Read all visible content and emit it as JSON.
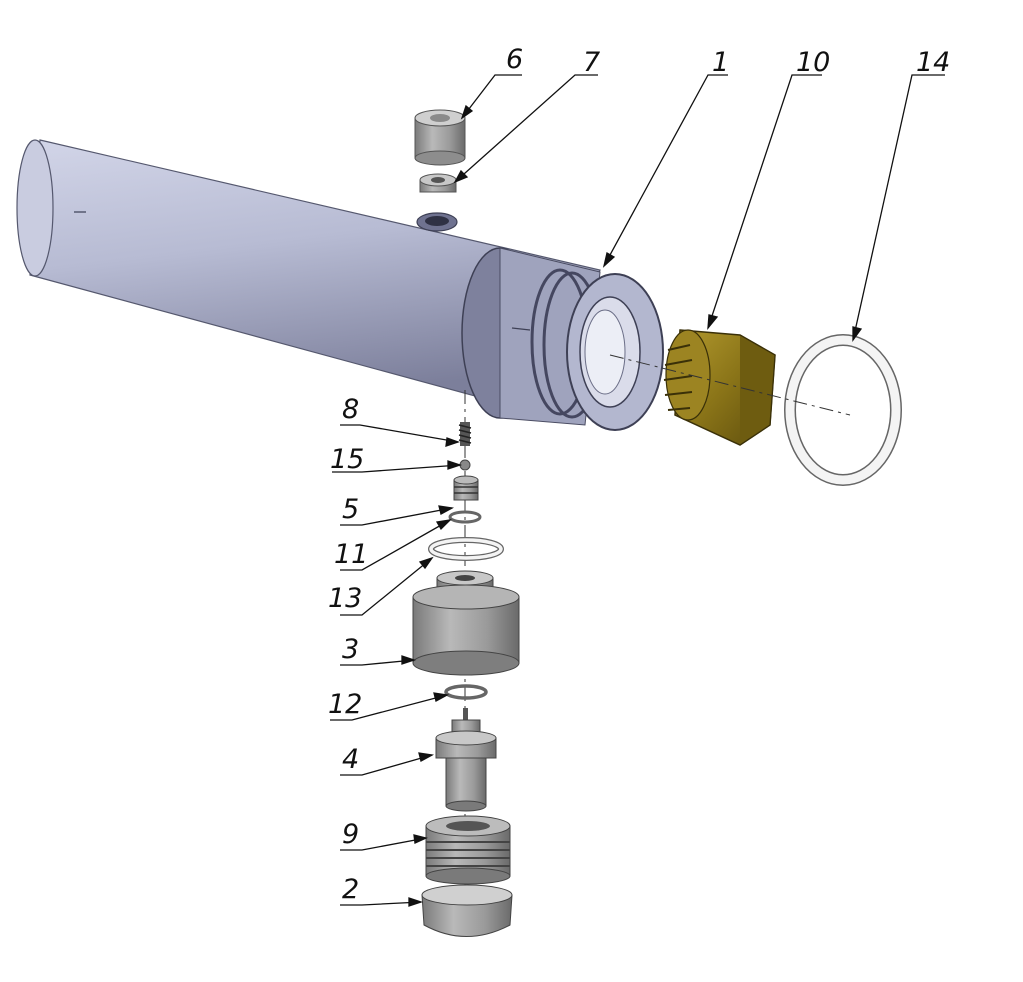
{
  "diagram": {
    "kind": "exploded-assembly-drawing",
    "callouts": [
      {
        "id": "6",
        "label": "6"
      },
      {
        "id": "7",
        "label": "7"
      },
      {
        "id": "1",
        "label": "1"
      },
      {
        "id": "10",
        "label": "10"
      },
      {
        "id": "14",
        "label": "14"
      },
      {
        "id": "8",
        "label": "8"
      },
      {
        "id": "15",
        "label": "15"
      },
      {
        "id": "5",
        "label": "5"
      },
      {
        "id": "11",
        "label": "11"
      },
      {
        "id": "13",
        "label": "13"
      },
      {
        "id": "3",
        "label": "3"
      },
      {
        "id": "12",
        "label": "12"
      },
      {
        "id": "4",
        "label": "4"
      },
      {
        "id": "9",
        "label": "9"
      },
      {
        "id": "2",
        "label": "2"
      }
    ],
    "colors": {
      "body_steel": "#b8bcd4",
      "steel_dark": "#6f7290",
      "steel_grey": "#9a9a9a",
      "brass": "#8a7418",
      "ring": "#f4f4f4",
      "line": "#111111"
    }
  }
}
